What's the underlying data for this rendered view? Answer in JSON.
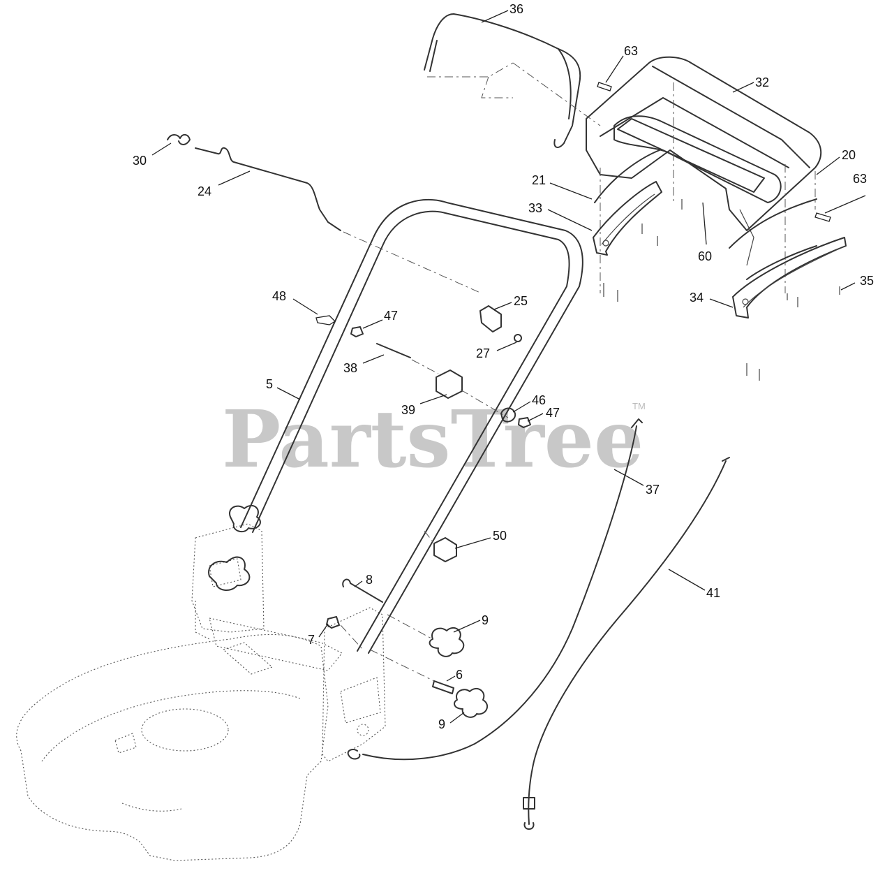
{
  "watermark": {
    "text": "PartsTree",
    "trademark": "TM",
    "color": "#c8c8c8"
  },
  "callouts": [
    {
      "id": "c36",
      "text": "36"
    },
    {
      "id": "c63a",
      "text": "63"
    },
    {
      "id": "c32",
      "text": "32"
    },
    {
      "id": "c30",
      "text": "30"
    },
    {
      "id": "c24",
      "text": "24"
    },
    {
      "id": "c21",
      "text": "21"
    },
    {
      "id": "c20",
      "text": "20"
    },
    {
      "id": "c63b",
      "text": "63"
    },
    {
      "id": "c33",
      "text": "33"
    },
    {
      "id": "c60",
      "text": "60"
    },
    {
      "id": "c35",
      "text": "35"
    },
    {
      "id": "c48",
      "text": "48"
    },
    {
      "id": "c25",
      "text": "25"
    },
    {
      "id": "c47a",
      "text": "47"
    },
    {
      "id": "c34",
      "text": "34"
    },
    {
      "id": "c27",
      "text": "27"
    },
    {
      "id": "c38",
      "text": "38"
    },
    {
      "id": "c5",
      "text": "5"
    },
    {
      "id": "c46",
      "text": "46"
    },
    {
      "id": "c39",
      "text": "39"
    },
    {
      "id": "c47b",
      "text": "47"
    },
    {
      "id": "c37",
      "text": "37"
    },
    {
      "id": "c50",
      "text": "50"
    },
    {
      "id": "c8",
      "text": "8"
    },
    {
      "id": "c41",
      "text": "41"
    },
    {
      "id": "c9a",
      "text": "9"
    },
    {
      "id": "c7",
      "text": "7"
    },
    {
      "id": "c6",
      "text": "6"
    },
    {
      "id": "c9b",
      "text": "9"
    }
  ]
}
